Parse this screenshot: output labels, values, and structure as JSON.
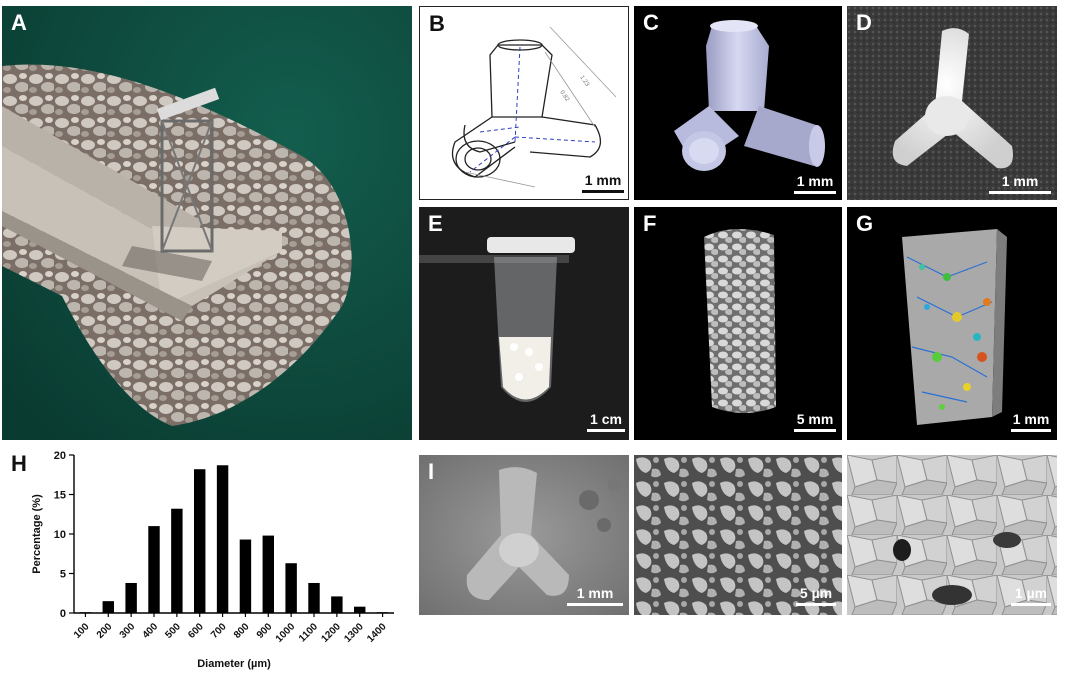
{
  "panels": {
    "a": {
      "label": "A"
    },
    "b": {
      "label": "B",
      "scale": "1 mm"
    },
    "c": {
      "label": "C",
      "scale": "1 mm"
    },
    "d": {
      "label": "D",
      "scale": "1 mm"
    },
    "e": {
      "label": "E",
      "scale": "1 cm"
    },
    "f": {
      "label": "F",
      "scale": "5 mm"
    },
    "g": {
      "label": "G",
      "scale": "1 mm"
    },
    "h": {
      "label": "H"
    },
    "i": {
      "label": "I",
      "scale1": "1 mm",
      "scale2": "5 µm",
      "scale3": "1 µm"
    }
  },
  "colors": {
    "bar": "#000000",
    "sea": "#0e4a3d",
    "render": "#c9cbe6",
    "dark_bg": "#000000"
  },
  "chart_data": {
    "type": "bar",
    "categories": [
      "100",
      "200",
      "300",
      "400",
      "500",
      "600",
      "700",
      "800",
      "900",
      "1000",
      "1100",
      "1200",
      "1300",
      "1400"
    ],
    "values": [
      0.1,
      1.5,
      3.8,
      11.0,
      13.2,
      18.2,
      18.7,
      9.3,
      9.8,
      6.3,
      3.8,
      2.1,
      0.8,
      0.1
    ],
    "title": "",
    "xlabel": "Diameter (µm)",
    "ylabel": "Percentage (%)",
    "ylim": [
      0,
      20
    ],
    "yticks": [
      0,
      5,
      10,
      15,
      20
    ],
    "grid": false,
    "legend": "none"
  }
}
